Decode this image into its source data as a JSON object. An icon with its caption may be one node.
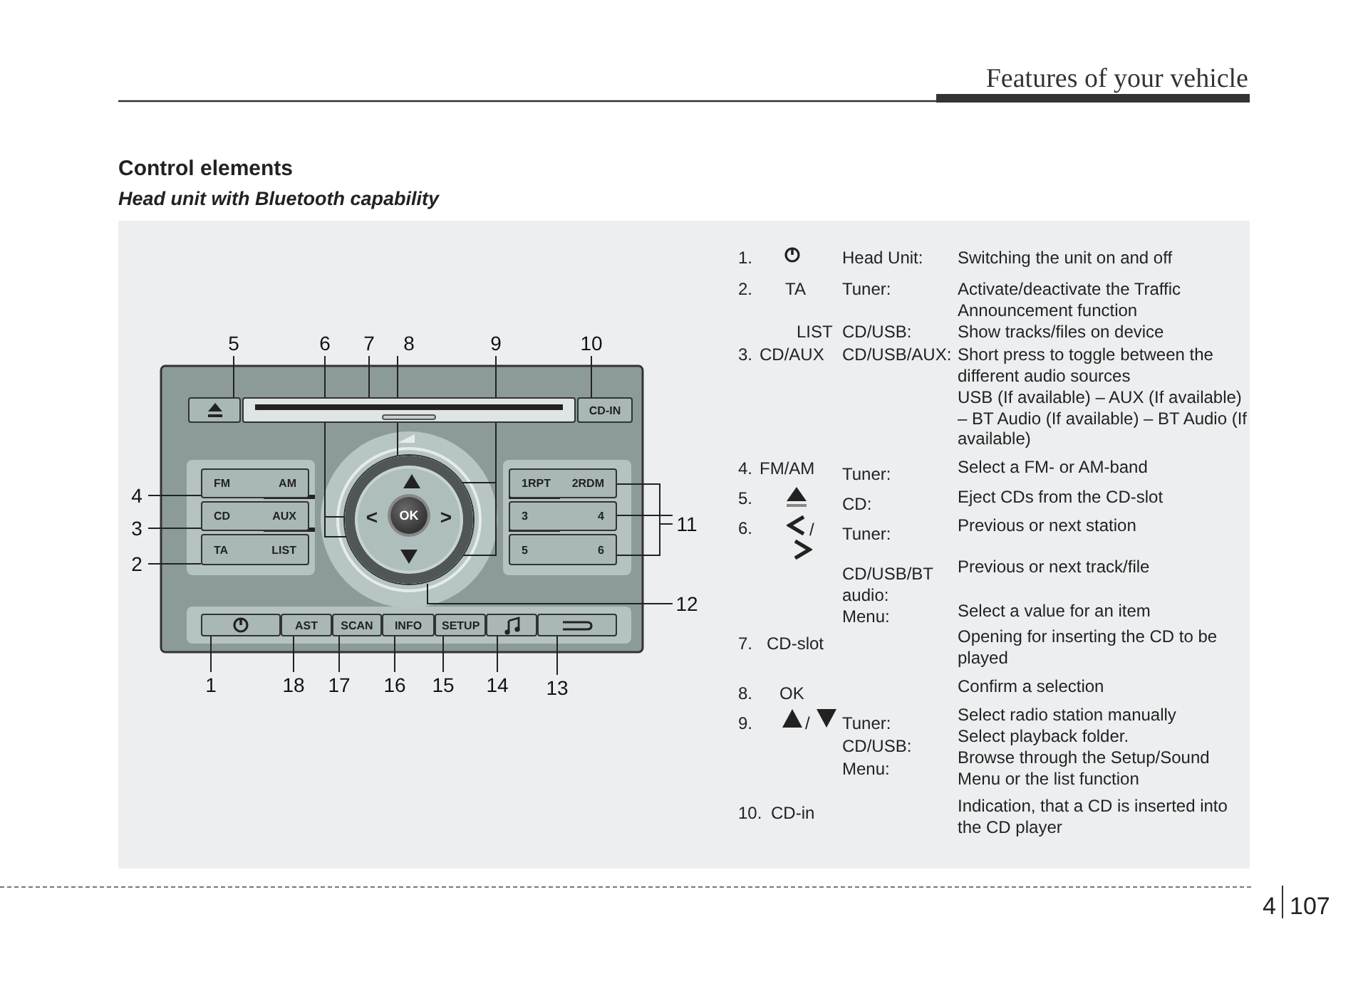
{
  "diagram": {
    "title": "Control elements",
    "nodes": [
      {
        "text": [
          "5"
        ]
      },
      {
        "text": [
          "6"
        ]
      },
      {
        "text": [
          "7"
        ]
      },
      {
        "text": [
          "8"
        ]
      },
      {
        "text": [
          "9"
        ]
      },
      {
        "text": [
          "10"
        ]
      },
      {
        "text": [],
        "shape": "box"
      },
      {
        "text": [],
        "shape": "box"
      },
      {
        "text": [
          "CD-IN"
        ]
      },
      {
        "text": [
          "4"
        ]
      },
      {
        "text": [
          "3"
        ]
      },
      {
        "text": [
          "2"
        ]
      },
      {
        "text": [
          "FM",
          "AM"
        ]
      },
      {
        "text": [
          "CD",
          "AUX"
        ]
      },
      {
        "text": [
          "TA",
          "LIST"
        ]
      },
      {
        "text": [],
        "shape": "circle"
      },
      {
        "text": [],
        "shape": "triangle",
        "in": 15
      },
      {
        "text": [
          "<"
        ],
        "in": 15
      },
      {
        "text": [
          "OK"
        ],
        "in": 15
      },
      {
        "text": [
          ">"
        ],
        "in": 15
      },
      {
        "text": [],
        "shape": "triangle",
        "in": 15
      },
      {
        "text": [
          "1RPT",
          "2RDM"
        ]
      },
      {
        "text": [
          "3",
          "4"
        ]
      },
      {
        "text": [
          "5",
          "6"
        ]
      },
      {
        "text": [
          "11"
        ]
      },
      {
        "text": [
          "12"
        ]
      },
      {
        "text": [],
        "shape": "box"
      },
      {
        "text": [
          "AST"
        ]
      },
      {
        "text": [
          "SCAN"
        ]
      },
      {
        "text": [
          "INFO"
        ]
      },
      {
        "text": [
          "SETUP"
        ]
      },
      {
        "text": [],
        "shape": "box"
      },
      {
        "text": [],
        "shape": "box"
      },
      {
        "text": [
          "1"
        ]
      },
      {
        "text": [
          "18"
        ]
      },
      {
        "text": [
          "17"
        ]
      },
      {
        "text": [
          "16"
        ]
      },
      {
        "text": [
          "15"
        ]
      },
      {
        "text": [
          "14"
        ]
      },
      {
        "text": [
          "13"
        ]
      }
    ],
    "edges": [
      {
        "from": 0,
        "to": 6,
        "arrow": "none"
      },
      {
        "from": 1,
        "to": 17,
        "arrow": "none"
      },
      {
        "from": 1,
        "to": 19,
        "arrow": "none"
      },
      {
        "from": 2,
        "to": 7,
        "arrow": "none"
      },
      {
        "from": 3,
        "to": 18,
        "arrow": "none"
      },
      {
        "from": 4,
        "to": 16,
        "arrow": "none"
      },
      {
        "from": 4,
        "to": 20,
        "arrow": "none"
      },
      {
        "from": 5,
        "to": 8,
        "arrow": "none"
      },
      {
        "from": 9,
        "to": 12,
        "arrow": "none"
      },
      {
        "from": 10,
        "to": 13,
        "arrow": "none"
      },
      {
        "from": 11,
        "to": 14,
        "arrow": "none"
      },
      {
        "from": 24,
        "to": 21,
        "arrow": "none"
      },
      {
        "from": 24,
        "to": 22,
        "arrow": "none"
      },
      {
        "from": 24,
        "to": 23,
        "arrow": "none"
      },
      {
        "from": 25,
        "to": 15,
        "arrow": "none"
      },
      {
        "from": 33,
        "to": 26,
        "arrow": "none"
      },
      {
        "from": 34,
        "to": 27,
        "arrow": "none"
      },
      {
        "from": 35,
        "to": 28,
        "arrow": "none"
      },
      {
        "from": 36,
        "to": 29,
        "arrow": "none"
      },
      {
        "from": 37,
        "to": 30,
        "arrow": "none"
      },
      {
        "from": 38,
        "to": 31,
        "arrow": "none"
      },
      {
        "from": 39,
        "to": 32,
        "arrow": "none"
      }
    ],
    "labels": [
      "Head unit with Bluetooth capability",
      "Features of your vehicle",
      "1.",
      "Head Unit:",
      "Switching the unit on and off",
      "2.",
      "TA",
      "Tuner:",
      "Activate/deactivate the Traffic Announcement function",
      "LIST",
      "CD/USB:",
      "Show tracks/files on device",
      "3.",
      "CD/AUX",
      "CD/USB/AUX:",
      "Short press to toggle between the different audio sources",
      "USB (If available) – AUX (If available) – BT Audio (If available) – BT Audio (If available)",
      "4.",
      "FM/AM",
      "Tuner:",
      "Select a FM- or AM-band",
      "5.",
      "CD:",
      "Eject CDs from the CD-slot",
      "6.",
      "/",
      "Tuner:",
      "Previous or next station",
      "CD/USB/BT audio:",
      "Menu:",
      "Previous or next track/file",
      "Select a value for an item",
      "7.",
      "CD-slot",
      "Opening for inserting the CD to be played",
      "8.",
      "OK",
      "Confirm a selection",
      "9.",
      "/",
      "Tuner:",
      "CD/USB:",
      "Menu:",
      "Select radio station manually",
      "Select playback folder.",
      "Browse through the Setup/Sound Menu or the list function",
      "10.",
      "CD-in",
      "Indication, that a CD is inserted into the CD player",
      "4",
      "107"
    ]
  }
}
